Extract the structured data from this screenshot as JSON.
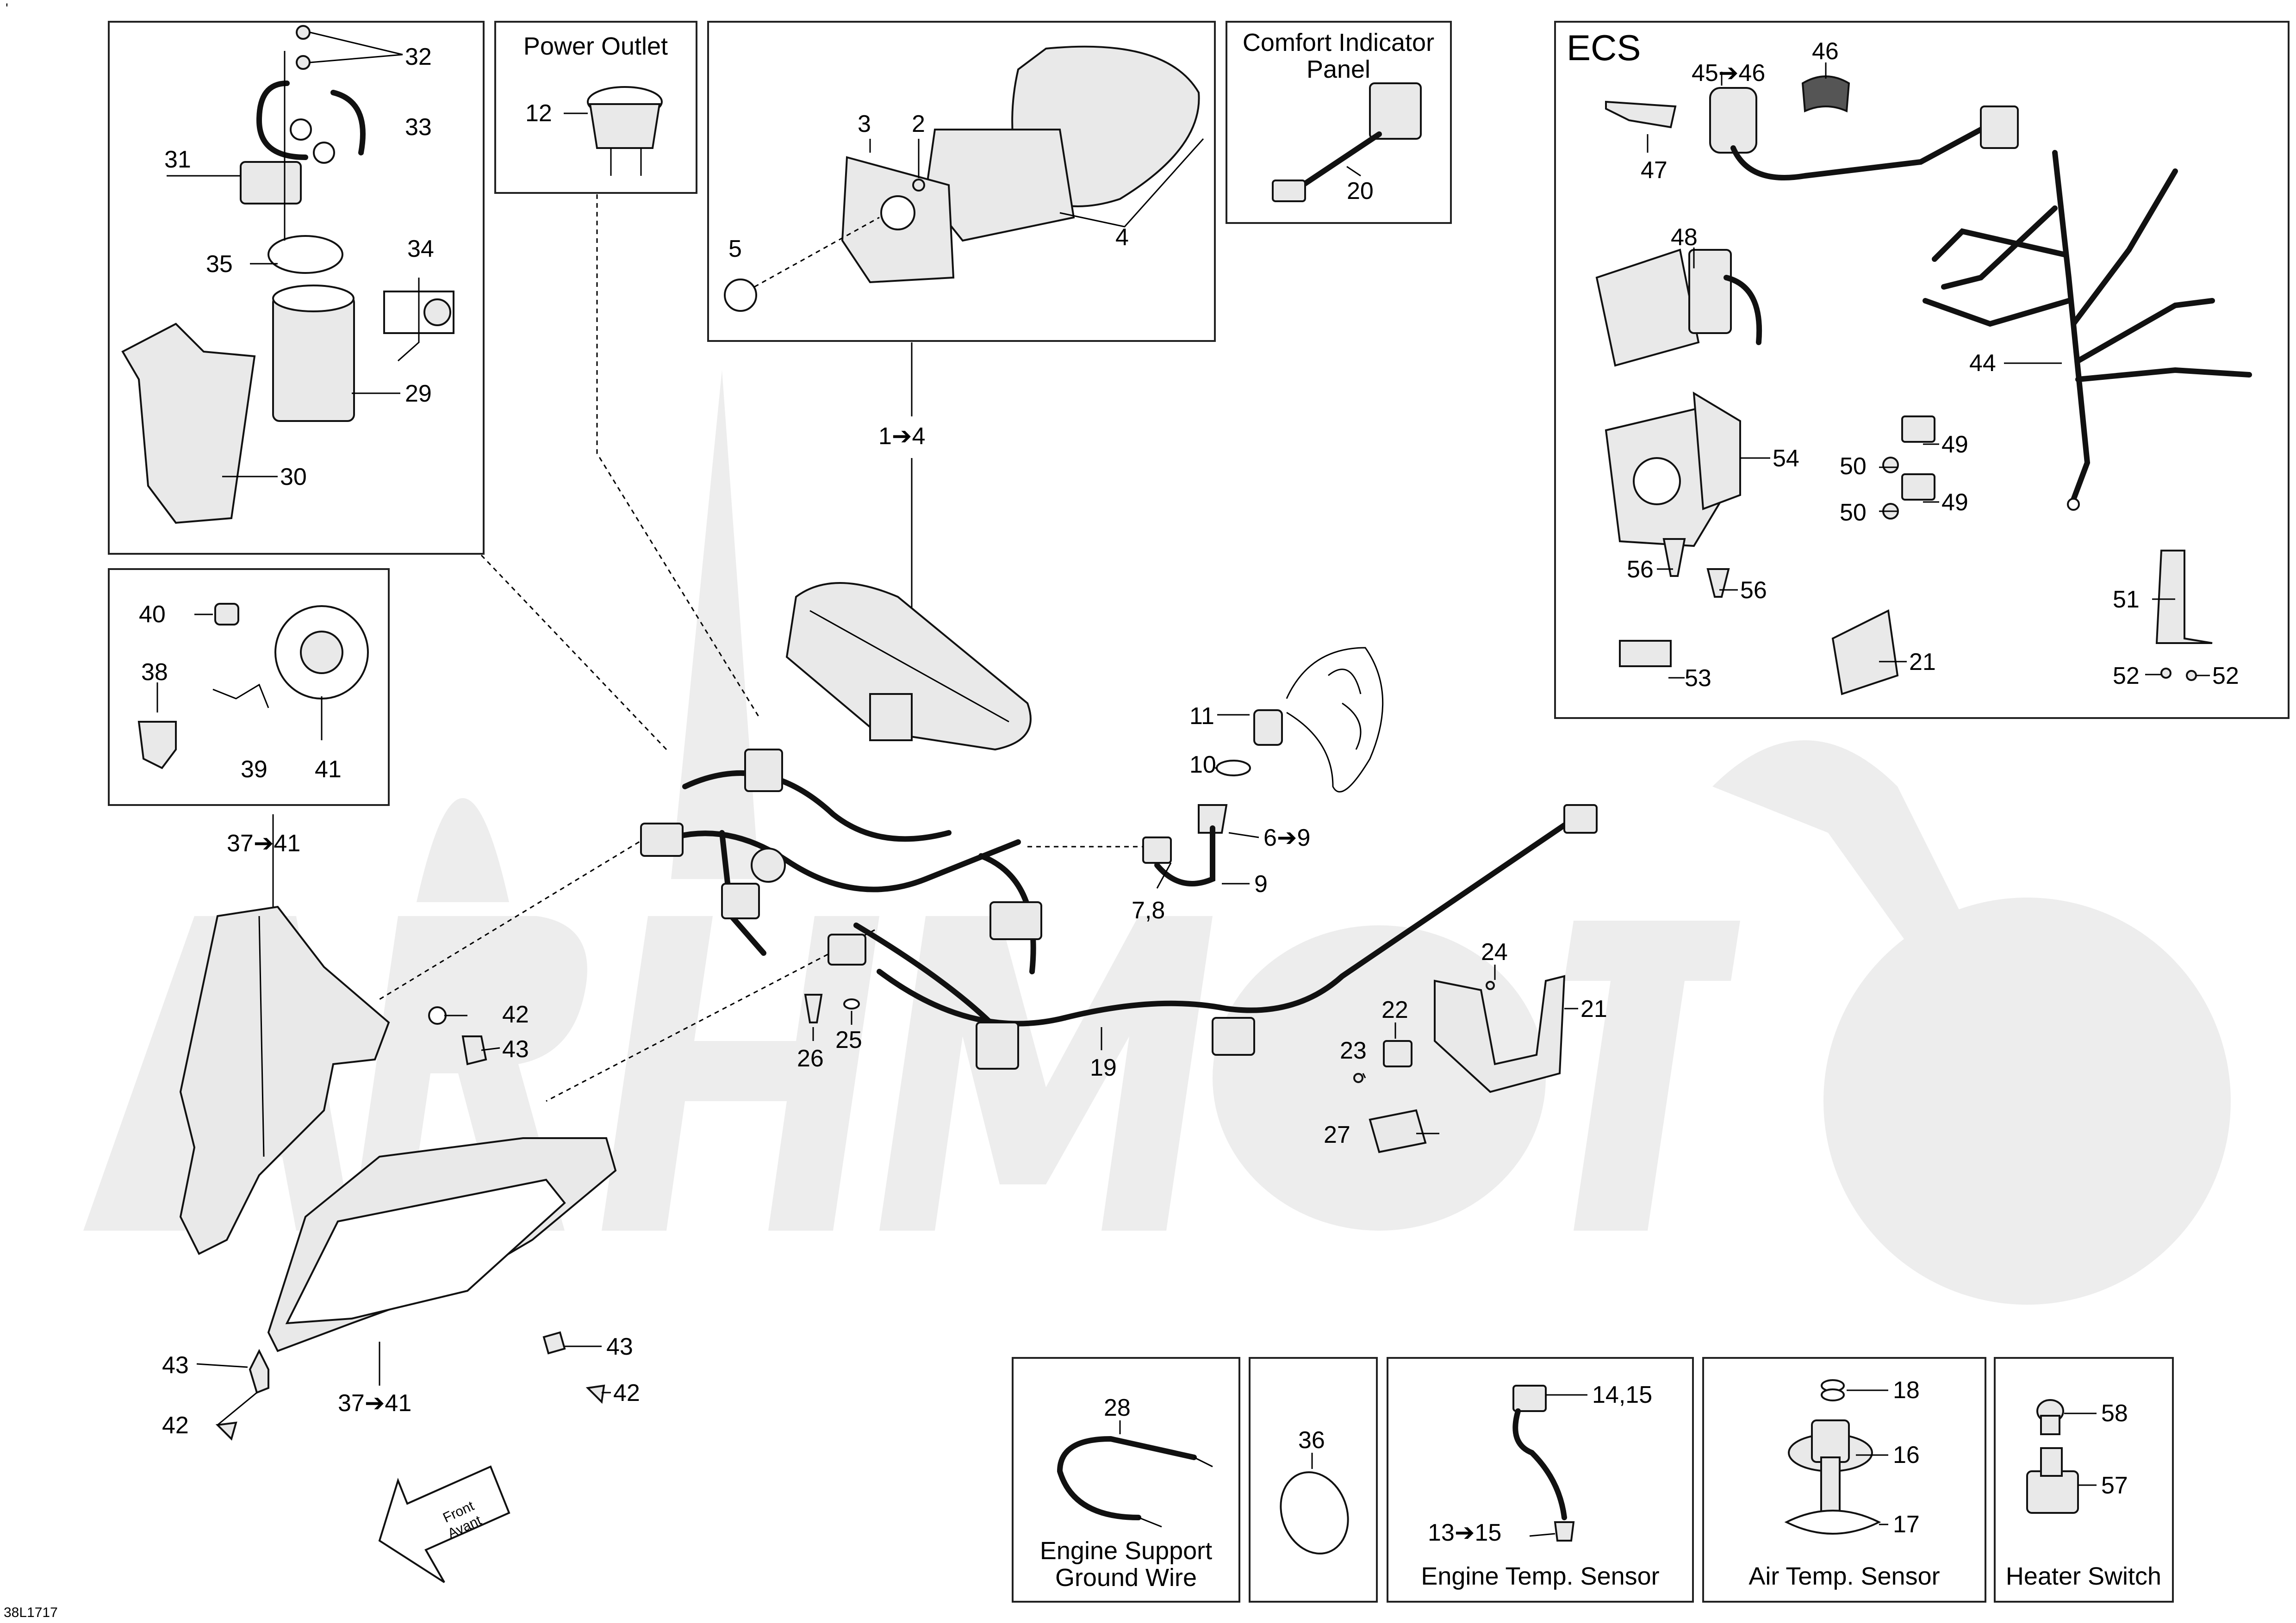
{
  "doc_code": "38L1717",
  "corner_mark": "'",
  "watermark": "ARHMOTO",
  "front_arrow": {
    "line1": "Front",
    "line2": "Avant"
  },
  "panels": {
    "power_outlet": "Power Outlet",
    "comfort_indicator_line1": "Comfort Indicator",
    "comfort_indicator_line2": "Panel",
    "ecs": "ECS",
    "engine_support_line1": "Engine Support",
    "engine_support_line2": "Ground Wire",
    "engine_temp": "Engine Temp. Sensor",
    "air_temp": "Air Temp. Sensor",
    "heater_switch": "Heater Switch"
  },
  "labels": {
    "p32": "32",
    "p33": "33",
    "p31": "31",
    "p34": "34",
    "p35": "35",
    "p29": "29",
    "p30": "30",
    "p12": "12",
    "p3": "3",
    "p2": "2",
    "p5": "5",
    "p4": "4",
    "p20": "20",
    "p1_4": "1➔4",
    "p45_46": "45➔46",
    "p46": "46",
    "p47": "47",
    "p48": "48",
    "p44": "44",
    "p54": "54",
    "p49a": "49",
    "p50a": "50",
    "p49b": "49",
    "p50b": "50",
    "p56a": "56",
    "p56b": "56",
    "p51": "51",
    "p53": "53",
    "p21a": "21",
    "p52a": "52",
    "p52b": "52",
    "p40": "40",
    "p38": "38",
    "p39": "39",
    "p41": "41",
    "p37_41a": "37➔41",
    "p11": "11",
    "p10": "10",
    "p6_9": "6➔9",
    "p9": "9",
    "p7_8": "7,8",
    "p42a": "42",
    "p43a": "43",
    "p26": "26",
    "p25": "25",
    "p19": "19",
    "p24": "24",
    "p21b": "21",
    "p22": "22",
    "p23": "23",
    "p27": "27",
    "p43b": "43",
    "p42b": "42",
    "p43c": "43",
    "p42c": "42",
    "p37_41b": "37➔41",
    "p28": "28",
    "p36": "36",
    "p14_15": "14,15",
    "p13_15": "13➔15",
    "p18": "18",
    "p16": "16",
    "p17": "17",
    "p58": "58",
    "p57": "57"
  }
}
